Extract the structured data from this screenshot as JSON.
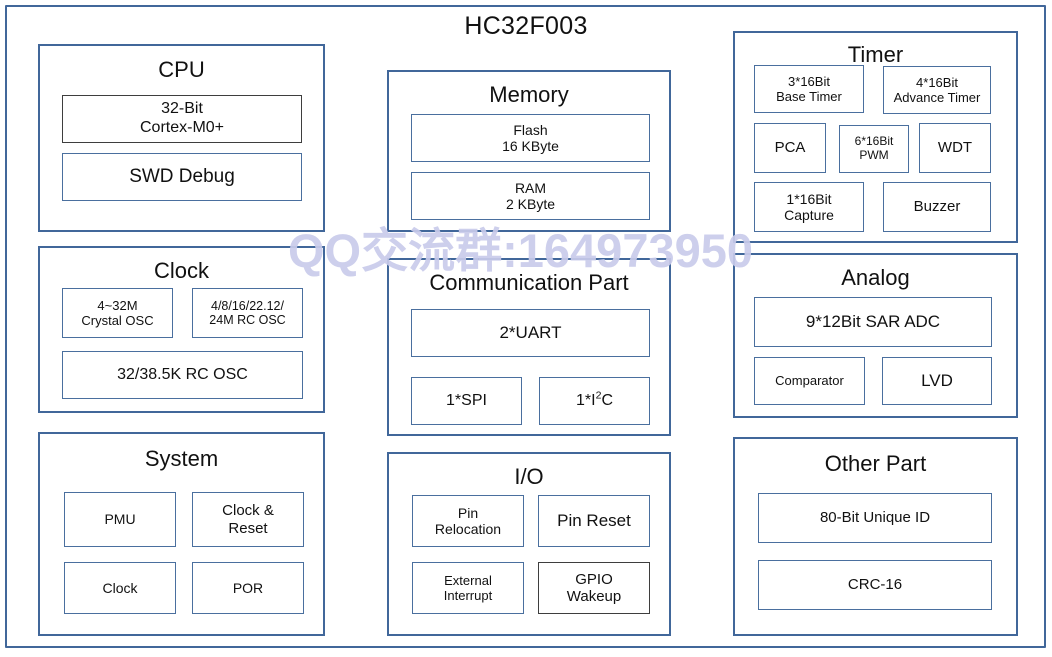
{
  "chip": {
    "title": "HC32F003",
    "watermark": "QQ交流群:164973950",
    "accent_color": "#41679a",
    "box_border_color": "#4a6f9e",
    "dark_border_color": "#3e3e3e",
    "watermark_color": "#c9cbeb",
    "background_color": "#ffffff"
  },
  "groups": {
    "cpu": {
      "title": "CPU",
      "items": [
        {
          "label": "32-Bit\nCortex-M0+",
          "line1": "32-Bit",
          "line2": "Cortex-M0+",
          "style": "dark"
        },
        {
          "label": "SWD Debug",
          "line1": "SWD Debug",
          "line2": "",
          "style": "normal"
        }
      ]
    },
    "clock": {
      "title": "Clock",
      "items": [
        {
          "line1": "4~32M",
          "line2": "Crystal OSC",
          "style": "normal"
        },
        {
          "line1": "4/8/16/22.12/",
          "line2": "24M RC OSC",
          "style": "normal"
        },
        {
          "line1": "32/38.5K RC OSC",
          "line2": "",
          "style": "normal"
        }
      ]
    },
    "system": {
      "title": "System",
      "items": [
        {
          "line1": "PMU",
          "line2": "",
          "style": "normal"
        },
        {
          "line1": "Clock &",
          "line2": "Reset",
          "style": "normal"
        },
        {
          "line1": "Clock",
          "line2": "",
          "style": "normal"
        },
        {
          "line1": "POR",
          "line2": "",
          "style": "normal"
        }
      ]
    },
    "memory": {
      "title": "Memory",
      "items": [
        {
          "line1": "Flash",
          "line2": "16 KByte",
          "style": "normal"
        },
        {
          "line1": "RAM",
          "line2": "2 KByte",
          "style": "normal"
        }
      ]
    },
    "communication": {
      "title": "Communication Part",
      "items": [
        {
          "line1": "2*UART",
          "line2": "",
          "style": "normal"
        },
        {
          "line1": "1*SPI",
          "line2": "",
          "style": "normal"
        },
        {
          "line1": "1*I2C",
          "line2": "",
          "style": "normal",
          "html": "1*I<sup>2</sup>C"
        }
      ]
    },
    "io": {
      "title": "I/O",
      "items": [
        {
          "line1": "Pin",
          "line2": "Relocation",
          "style": "normal"
        },
        {
          "line1": "Pin Reset",
          "line2": "",
          "style": "normal"
        },
        {
          "line1": "External",
          "line2": "Interrupt",
          "style": "normal"
        },
        {
          "line1": "GPIO",
          "line2": "Wakeup",
          "style": "dark"
        }
      ]
    },
    "timer": {
      "title": "Timer",
      "items": [
        {
          "line1": "3*16Bit",
          "line2": "Base Timer",
          "style": "normal"
        },
        {
          "line1": "4*16Bit",
          "line2": "Advance Timer",
          "style": "normal"
        },
        {
          "line1": "PCA",
          "line2": "",
          "style": "normal"
        },
        {
          "line1": "6*16Bit",
          "line2": "PWM",
          "style": "normal"
        },
        {
          "line1": "WDT",
          "line2": "",
          "style": "normal"
        },
        {
          "line1": "1*16Bit",
          "line2": "Capture",
          "style": "normal"
        },
        {
          "line1": "Buzzer",
          "line2": "",
          "style": "normal"
        }
      ]
    },
    "analog": {
      "title": "Analog",
      "items": [
        {
          "line1": "9*12Bit SAR ADC",
          "line2": "",
          "style": "normal"
        },
        {
          "line1": "Comparator",
          "line2": "",
          "style": "normal"
        },
        {
          "line1": "LVD",
          "line2": "",
          "style": "normal"
        }
      ]
    },
    "other": {
      "title": "Other Part",
      "items": [
        {
          "line1": "80-Bit Unique ID",
          "line2": "",
          "style": "normal"
        },
        {
          "line1": "CRC-16",
          "line2": "",
          "style": "normal"
        }
      ]
    }
  }
}
